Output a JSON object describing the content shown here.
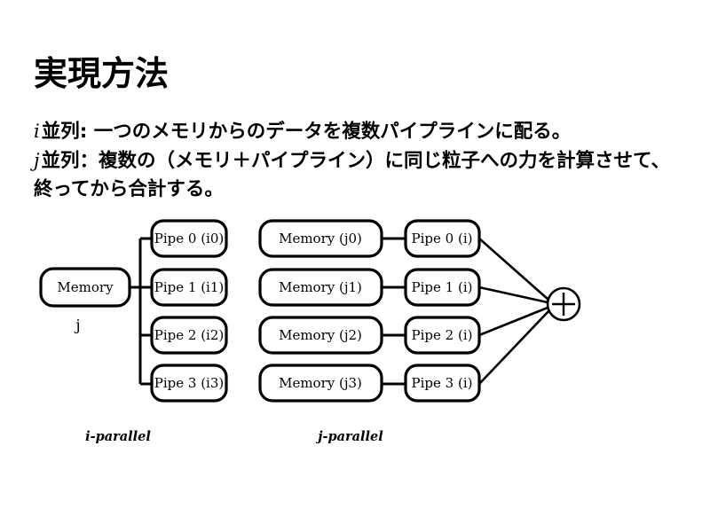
{
  "slide": {
    "title": "実現方法",
    "background_color": "#ffffff",
    "foreground_color": "#000000",
    "body_lines": [
      {
        "var": "i",
        "text": "並列: 一つのメモリからのデータを複数パイプラインに配る。"
      },
      {
        "var": "j",
        "text": "並列：複数の（メモリ＋パイプライン）に同じ粒子への力を計算させて、終ってから合計する。"
      }
    ]
  },
  "diagram": {
    "i_parallel": {
      "caption": "i-parallel",
      "memory": {
        "label": "Memory",
        "sub_label": "j"
      },
      "pipes": [
        {
          "label": "Pipe 0 (i0)"
        },
        {
          "label": "Pipe 1 (i1)"
        },
        {
          "label": "Pipe 2 (i2)"
        },
        {
          "label": "Pipe 3 (i3)"
        }
      ]
    },
    "j_parallel": {
      "caption": "j-parallel",
      "memories": [
        {
          "label": "Memory (j0)"
        },
        {
          "label": "Memory (j1)"
        },
        {
          "label": "Memory (j2)"
        },
        {
          "label": "Memory (j3)"
        }
      ],
      "pipes": [
        {
          "label": "Pipe 0 (i)"
        },
        {
          "label": "Pipe 1 (i)"
        },
        {
          "label": "Pipe 2 (i)"
        },
        {
          "label": "Pipe 3 (i)"
        }
      ],
      "adder": {
        "symbol": "+"
      }
    }
  }
}
